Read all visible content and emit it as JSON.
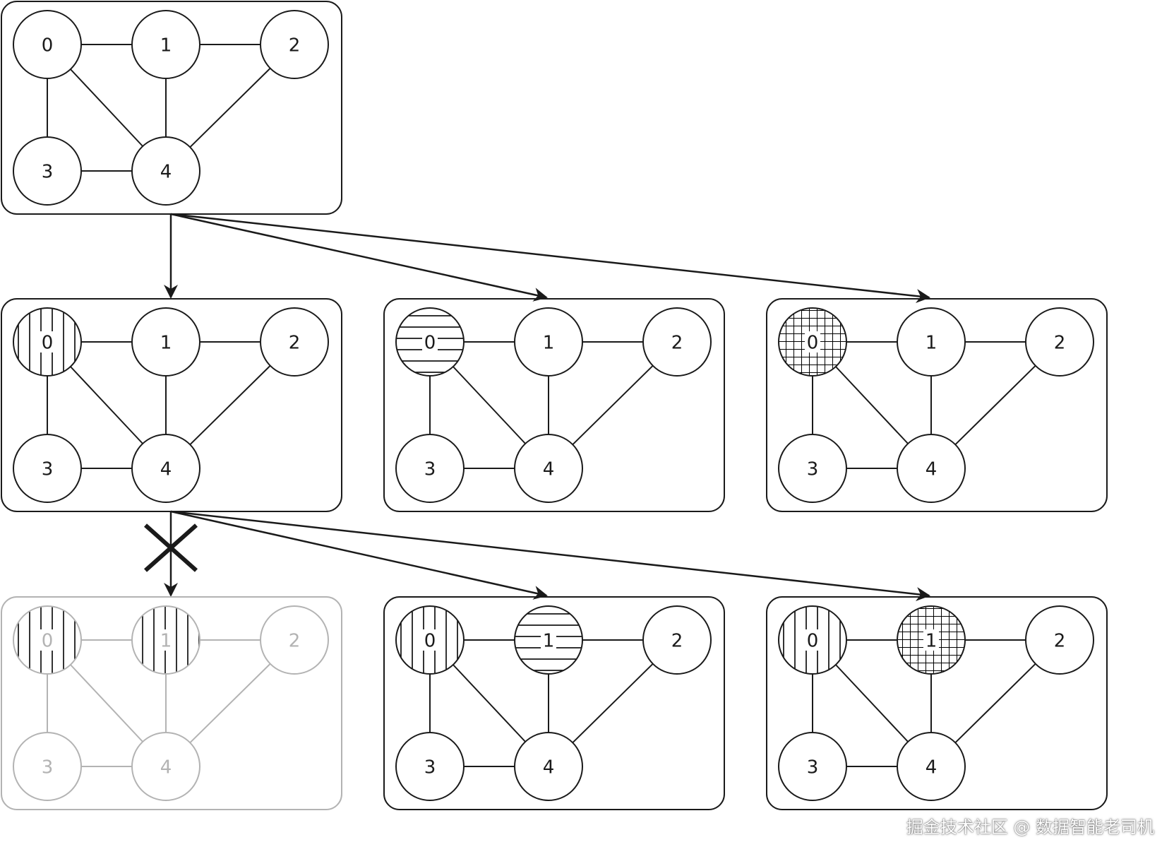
{
  "graph": {
    "nodes": [
      {
        "id": "0",
        "label": "0"
      },
      {
        "id": "1",
        "label": "1"
      },
      {
        "id": "2",
        "label": "2"
      },
      {
        "id": "3",
        "label": "3"
      },
      {
        "id": "4",
        "label": "4"
      }
    ],
    "edges": [
      [
        "0",
        "1"
      ],
      [
        "1",
        "2"
      ],
      [
        "0",
        "3"
      ],
      [
        "0",
        "4"
      ],
      [
        "1",
        "4"
      ],
      [
        "2",
        "4"
      ],
      [
        "3",
        "4"
      ]
    ]
  },
  "states": [
    {
      "id": "root",
      "style": "normal",
      "colors": {}
    },
    {
      "id": "a",
      "style": "normal",
      "colors": {
        "0": "vertical"
      }
    },
    {
      "id": "b",
      "style": "normal",
      "colors": {
        "0": "horizontal"
      }
    },
    {
      "id": "c",
      "style": "normal",
      "colors": {
        "0": "grid"
      }
    },
    {
      "id": "d",
      "style": "rejected",
      "colors": {
        "0": "vertical",
        "1": "vertical"
      }
    },
    {
      "id": "e",
      "style": "normal",
      "colors": {
        "0": "vertical",
        "1": "horizontal"
      }
    },
    {
      "id": "f",
      "style": "normal",
      "colors": {
        "0": "vertical",
        "1": "grid"
      }
    }
  ],
  "transitions": [
    {
      "from": "root",
      "to": "a",
      "rejected": false
    },
    {
      "from": "root",
      "to": "b",
      "rejected": false
    },
    {
      "from": "root",
      "to": "c",
      "rejected": false
    },
    {
      "from": "a",
      "to": "d",
      "rejected": true
    },
    {
      "from": "a",
      "to": "e",
      "rejected": false
    },
    {
      "from": "a",
      "to": "f",
      "rejected": false
    }
  ],
  "colors": {
    "stroke": "#1a1a1a",
    "rejected_stroke": "#b3b3b3",
    "background": "#ffffff"
  },
  "watermark": "掘金技术社区 @ 数据智能老司机"
}
